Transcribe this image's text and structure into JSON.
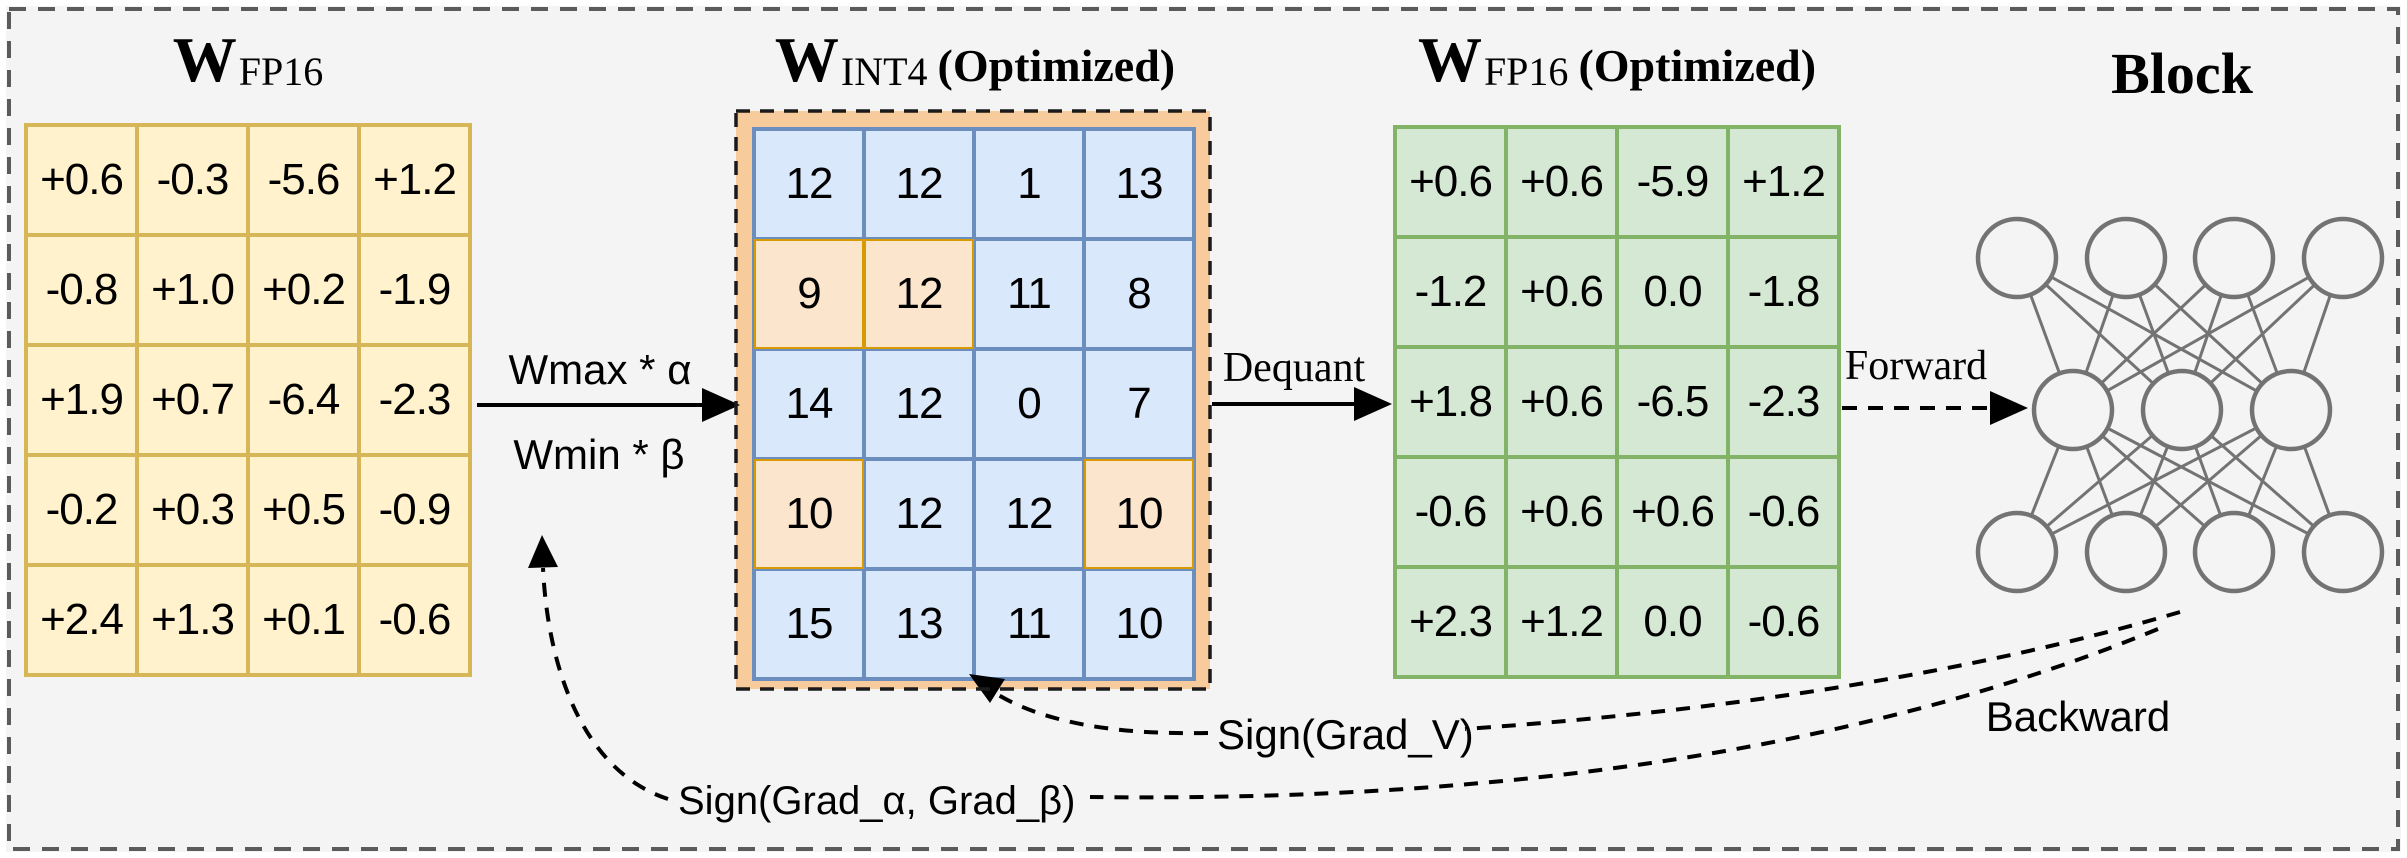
{
  "colors": {
    "bg": "#f4f4f5",
    "yellow_fill": "#FFF2CC",
    "yellow_stroke": "#D6B656",
    "blue_fill": "#DAE8FC",
    "blue_stroke": "#6C8EBF",
    "orange_fill": "#FCE5CD",
    "orange_stroke": "#D79B00",
    "orange_frame": "#F8CB9C",
    "green_fill": "#D5E8D4",
    "green_stroke": "#82B366",
    "net_stroke": "#737373",
    "border_gray": "#5B5B5B"
  },
  "matrices": {
    "fp16": {
      "title_main": "W",
      "title_sub": "FP16",
      "title_suffix": "",
      "rows": [
        [
          "+0.6",
          "-0.3",
          "-5.6",
          "+1.2"
        ],
        [
          "-0.8",
          "+1.0",
          "+0.2",
          "-1.9"
        ],
        [
          "+1.9",
          "+0.7",
          "-6.4",
          "-2.3"
        ],
        [
          "-0.2",
          "+0.3",
          "+0.5",
          "-0.9"
        ],
        [
          "+2.4",
          "+1.3",
          "+0.1",
          "-0.6"
        ]
      ]
    },
    "int4": {
      "title_main": "W",
      "title_sub": "INT4",
      "title_suffix": "(Optimized)",
      "rows": [
        [
          "12",
          "12",
          "1",
          "13"
        ],
        [
          "9",
          "12",
          "11",
          "8"
        ],
        [
          "14",
          "12",
          "0",
          "7"
        ],
        [
          "10",
          "12",
          "12",
          "10"
        ],
        [
          "15",
          "13",
          "11",
          "10"
        ]
      ],
      "highlighted_cells": [
        [
          1,
          0
        ],
        [
          1,
          1
        ],
        [
          3,
          0
        ],
        [
          3,
          3
        ]
      ]
    },
    "fp16_opt": {
      "title_main": "W",
      "title_sub": "FP16",
      "title_suffix": "(Optimized)",
      "rows": [
        [
          "+0.6",
          "+0.6",
          "-5.9",
          "+1.2"
        ],
        [
          "-1.2",
          "+0.6",
          "0.0",
          "-1.8"
        ],
        [
          "+1.8",
          "+0.6",
          "-6.5",
          "-2.3"
        ],
        [
          "-0.6",
          "+0.6",
          "+0.6",
          "-0.6"
        ],
        [
          "+2.3",
          "+1.2",
          "0.0",
          "-0.6"
        ]
      ]
    }
  },
  "block": {
    "title": "Block",
    "layers": [
      4,
      3,
      4
    ]
  },
  "labels": {
    "quant_top": "Wmax * α",
    "quant_bottom": "Wmin * β",
    "dequant": "Dequant",
    "forward": "Forward",
    "backward": "Backward",
    "sign_grad_v": "Sign(Grad_V)",
    "sign_grad_ab": "Sign(Grad_α, Grad_β)"
  }
}
